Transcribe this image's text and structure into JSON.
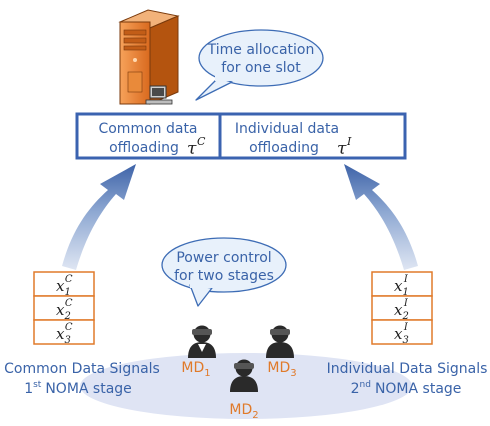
{
  "server_bubble": {
    "line1": "Time allocation",
    "line2": "for one slot"
  },
  "allocation_box": {
    "left_line1": "Common data",
    "left_line2": "offloading",
    "left_symbol": "τ",
    "left_sup": "C",
    "right_line1": "Individual data",
    "right_line2": "offloading",
    "right_symbol": "τ",
    "right_sup": "I"
  },
  "power_bubble": {
    "line1": "Power control",
    "line2": "for two stages"
  },
  "common_signals": {
    "items": [
      {
        "var": "x",
        "sub": "1",
        "sup": "C"
      },
      {
        "var": "x",
        "sub": "2",
        "sup": "C"
      },
      {
        "var": "x",
        "sub": "3",
        "sup": "C"
      }
    ],
    "caption_line1": "Common Data Signals",
    "caption_num": "1",
    "caption_suffix": "st",
    "caption_rest": "NOMA stage"
  },
  "individual_signals": {
    "items": [
      {
        "var": "x",
        "sub": "1",
        "sup": "I"
      },
      {
        "var": "x",
        "sub": "2",
        "sup": "I"
      },
      {
        "var": "x",
        "sub": "3",
        "sup": "I"
      }
    ],
    "caption_line1": "Individual Data Signals",
    "caption_num": "2",
    "caption_suffix": "nd",
    "caption_rest": "NOMA stage"
  },
  "devices": [
    {
      "name": "MD",
      "sub": "1"
    },
    {
      "name": "MD",
      "sub": "3"
    },
    {
      "name": "MD",
      "sub": "2"
    }
  ],
  "colors": {
    "blue_text": "#3a63a8",
    "box_border": "#3b63b0",
    "orange": "#e07a2a",
    "ellipse": "#dde3f3",
    "arrow": "#5b7db8"
  }
}
